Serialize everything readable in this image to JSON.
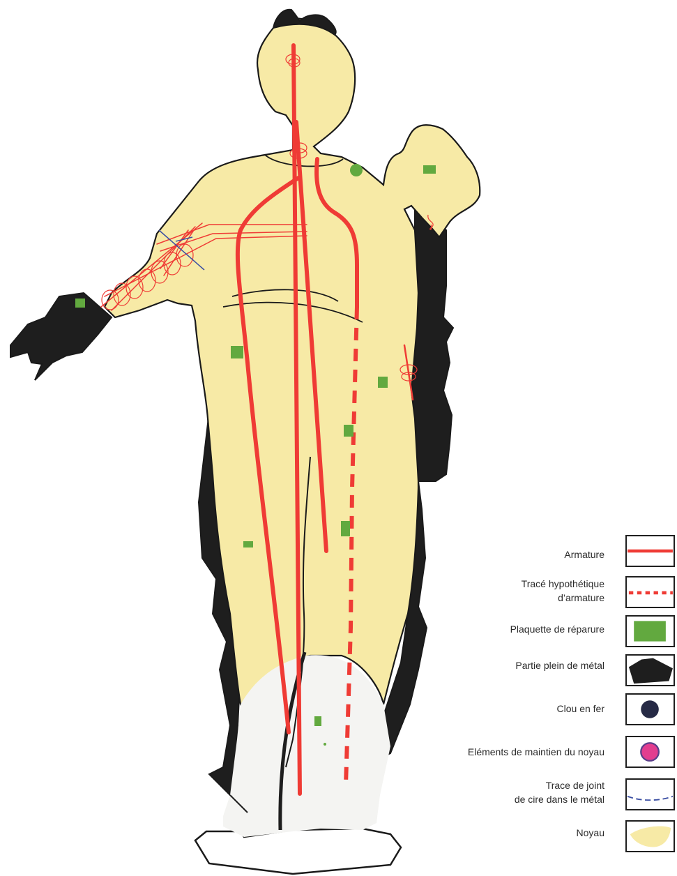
{
  "colors": {
    "armature": "#ef3b35",
    "core": "#f7eaa6",
    "repair_patch": "#62a93f",
    "solid_metal": "#1e1e1e",
    "iron_nail": "#262a45",
    "core_holder_fill": "#e23d8f",
    "core_holder_stroke": "#5a3f8a",
    "wax_joint": "#3b4fa3",
    "outline": "#1a1a1a",
    "lower_zone": "#f4f4f2"
  },
  "legend": {
    "items": [
      {
        "key": "armature",
        "lines": [
          "Armature"
        ],
        "icon": "solid-line-icon"
      },
      {
        "key": "hypothetical",
        "lines": [
          "Tracé hypothétique",
          "d’armature"
        ],
        "icon": "dashed-line-icon"
      },
      {
        "key": "repair",
        "lines": [
          "Plaquette de réparure"
        ],
        "icon": "green-square-icon"
      },
      {
        "key": "solid",
        "lines": [
          "Partie plein de métal"
        ],
        "icon": "black-shape-icon"
      },
      {
        "key": "nail",
        "lines": [
          "Clou en fer"
        ],
        "icon": "dark-circle-icon"
      },
      {
        "key": "holder",
        "lines": [
          "Eléments de maintien du noyau"
        ],
        "icon": "pink-circle-icon"
      },
      {
        "key": "wax",
        "lines": [
          "Trace de joint",
          "de cire dans le métal"
        ],
        "icon": "blue-dashed-curve-icon"
      },
      {
        "key": "core",
        "lines": [
          "Noyau"
        ],
        "icon": "yellow-blob-icon"
      }
    ]
  }
}
